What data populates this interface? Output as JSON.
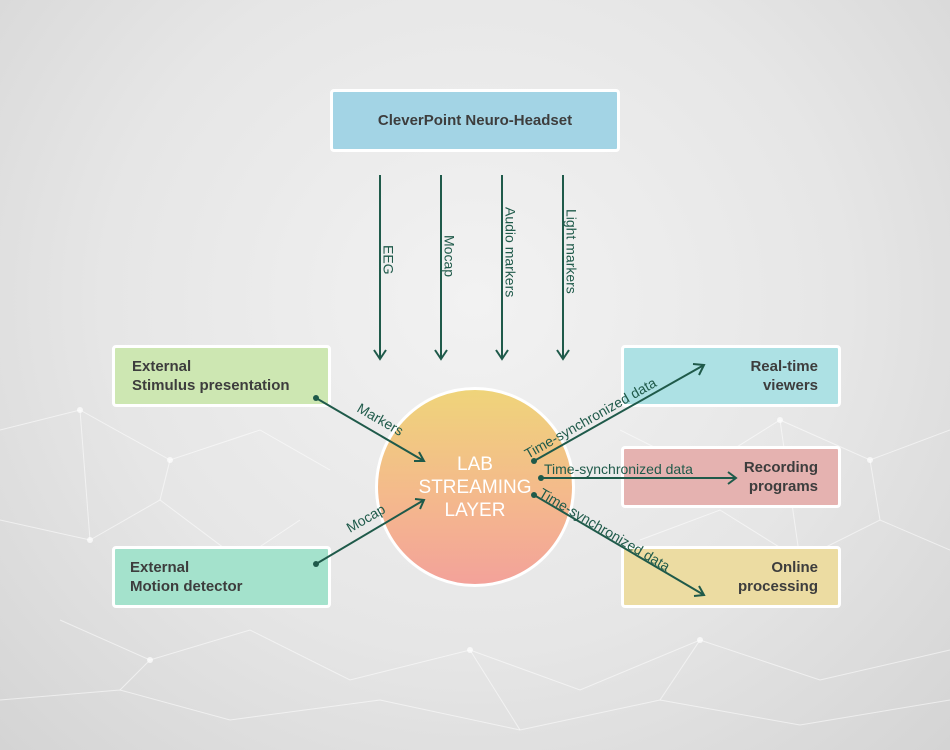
{
  "nodes": {
    "headset": "CleverPoint Neuro-Headset",
    "stimulus": [
      "External",
      "Stimulus presentation"
    ],
    "motion": [
      "External",
      "Motion detector"
    ],
    "viewers": [
      "Real-time",
      "viewers"
    ],
    "recording": [
      "Recording",
      "programs"
    ],
    "online": [
      "Online",
      "processing"
    ],
    "lsl": [
      "LAB",
      "STREAMING",
      "LAYER"
    ]
  },
  "edges": {
    "eeg": "EEG",
    "mocap_headset": "Mocap",
    "audio_markers": "Audio markers",
    "light_markers": "Light markers",
    "markers": "Markers",
    "mocap_motion": "Mocap",
    "to_viewers": "Time-synchronized data",
    "to_recording": "Time-synchronized data",
    "to_online": "Time-synchronized data"
  },
  "colors": {
    "arrow": "#1f5a4a",
    "headset_fill": "#a3d4e5",
    "stimulus_fill": "#cde7b2",
    "motion_fill": "#a4e2cc",
    "viewers_fill": "#ade1e4",
    "recording_fill": "#e5b2b0",
    "online_fill": "#ecdca2"
  }
}
